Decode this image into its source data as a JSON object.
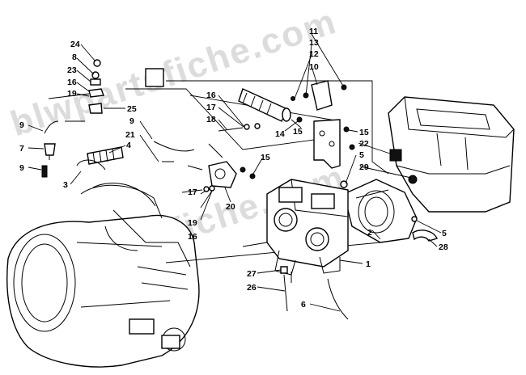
{
  "watermark": "blwpartsfiche.com",
  "callouts": [
    {
      "id": "c24",
      "label": "24"
    },
    {
      "id": "c8",
      "label": "8"
    },
    {
      "id": "c23",
      "label": "23"
    },
    {
      "id": "c16a",
      "label": "16"
    },
    {
      "id": "c19a",
      "label": "19"
    },
    {
      "id": "c25",
      "label": "25"
    },
    {
      "id": "c9a",
      "label": "9"
    },
    {
      "id": "c7",
      "label": "7"
    },
    {
      "id": "c9b",
      "label": "9"
    },
    {
      "id": "c3",
      "label": "3"
    },
    {
      "id": "c4",
      "label": "4"
    },
    {
      "id": "c9c",
      "label": "9"
    },
    {
      "id": "c21",
      "label": "21"
    },
    {
      "id": "c16b",
      "label": "16"
    },
    {
      "id": "c17a",
      "label": "17"
    },
    {
      "id": "c18",
      "label": "18"
    },
    {
      "id": "c11",
      "label": "11"
    },
    {
      "id": "c13",
      "label": "13"
    },
    {
      "id": "c12",
      "label": "12"
    },
    {
      "id": "c10",
      "label": "10"
    },
    {
      "id": "c14",
      "label": "14"
    },
    {
      "id": "c15a",
      "label": "15"
    },
    {
      "id": "c15b",
      "label": "15"
    },
    {
      "id": "c22",
      "label": "22"
    },
    {
      "id": "c5a",
      "label": "5"
    },
    {
      "id": "c15c",
      "label": "15"
    },
    {
      "id": "c29",
      "label": "29"
    },
    {
      "id": "c17b",
      "label": "17"
    },
    {
      "id": "c19b",
      "label": "19"
    },
    {
      "id": "c16c",
      "label": "16"
    },
    {
      "id": "c20",
      "label": "20"
    },
    {
      "id": "c5b",
      "label": "5"
    },
    {
      "id": "c28",
      "label": "28"
    },
    {
      "id": "c2",
      "label": "2"
    },
    {
      "id": "c1",
      "label": "1"
    },
    {
      "id": "c27",
      "label": "27"
    },
    {
      "id": "c26",
      "label": "26"
    },
    {
      "id": "c6",
      "label": "6"
    }
  ]
}
